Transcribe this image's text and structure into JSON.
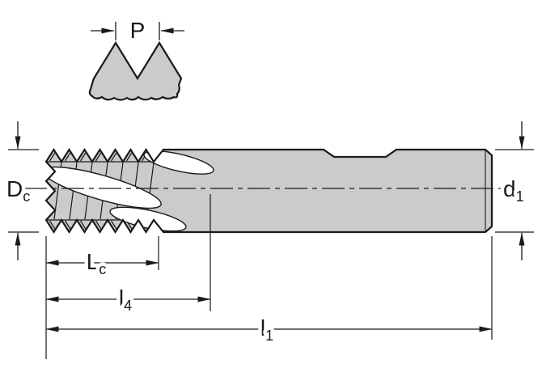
{
  "drawing": {
    "title": "thread-mill-dimension-drawing",
    "labels": {
      "pitch": "P",
      "cutting_diameter": {
        "main": "D",
        "sub": "c"
      },
      "shank_diameter": {
        "main": "d",
        "sub": "1"
      },
      "cutting_length": {
        "main": "L",
        "sub": "c"
      },
      "flute_length": {
        "main": "l",
        "sub": "4"
      },
      "overall_length": {
        "main": "l",
        "sub": "1"
      }
    },
    "colors": {
      "body_fill": "#cbcbcb",
      "line": "#1a1a1a",
      "background": "#ffffff"
    }
  }
}
